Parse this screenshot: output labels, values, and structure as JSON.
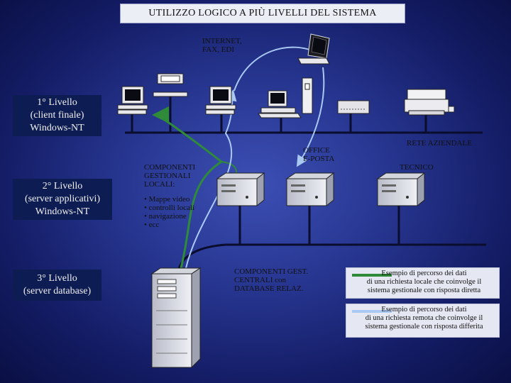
{
  "title": "UTILIZZO  LOGICO  A PIÙ LIVELLI DEL SISTEMA",
  "levels": {
    "l1": "1° Livello\n(client finale)\nWindows-NT",
    "l2": "2° Livello\n(server applicativi)\nWindows-NT",
    "l3": "3° Livello\n(server database)"
  },
  "labels": {
    "internet": "INTERNET,\nFAX, EDI",
    "rete": "RETE AZIENDALE",
    "office": "OFFICE\nE-POSTA",
    "tecnico": "TECNICO",
    "componenti_locali": "COMPONENTI\nGESTIONALI\nLOCALI:",
    "componenti_items": [
      "• Mappe video",
      "• controlli locali",
      "• navigazione",
      "• ecc"
    ],
    "componenti_gest": "COMPONENTI GEST.\nCENTRALI con\nDATABASE RELAZ."
  },
  "legend": {
    "local": "Esempio di percorso dei dati\ndi una richiesta locale che coinvolge il\nsistema gestionale con risposta diretta",
    "remote": "Esempio di percorso dei dati\ndi una richiesta remota che coinvolge il\nsistema gestionale con risposta differita"
  },
  "colors": {
    "local_path": "#2f8a3a",
    "remote_path": "#a9c8f2",
    "network_cable": "#0a0d2e"
  },
  "icons": [
    "terminal-icon",
    "pc-icon",
    "printer-icon",
    "laptop-icon",
    "mainframe-icon",
    "server-icon"
  ]
}
